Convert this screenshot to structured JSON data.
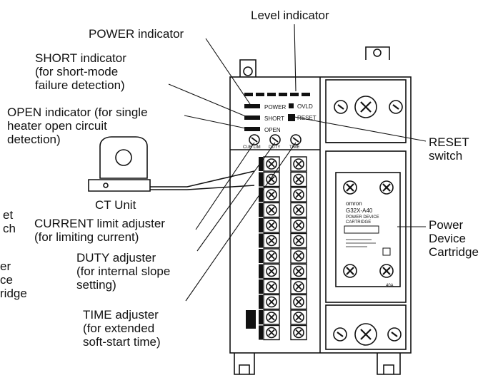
{
  "labels": {
    "level": "Level indicator",
    "power": "POWER indicator",
    "short": [
      "SHORT indicator",
      "(for short-mode",
      "failure detection)"
    ],
    "open": [
      "OPEN indicator (for single",
      "heater open circuit",
      "detection)"
    ],
    "reset": [
      "RESET",
      "switch"
    ],
    "ct_unit": "CT Unit",
    "current": [
      "CURRENT limit adjuster",
      "(for limiting current)"
    ],
    "duty": [
      "DUTY adjuster",
      "(for internal slope",
      "setting)"
    ],
    "time": [
      "TIME adjuster",
      "(for extended",
      "soft-start time)"
    ],
    "cartridge": [
      "Power",
      "Device",
      "Cartridge"
    ],
    "left_cut": [
      "et",
      "ch",
      "er",
      "ce",
      "ridge"
    ]
  },
  "panel": {
    "power": "POWER",
    "short": "SHORT",
    "open": "OPEN",
    "ovld": "OVLD",
    "reset": "RESET",
    "cur_lim": "CUR LIM",
    "duty": "DUTY",
    "time": "TIME"
  },
  "cartridge_label": {
    "brand": "omron",
    "model": "G32X-A40",
    "line1": "POWER DEVICE",
    "line2": "CARTRIDGE",
    "rating": "40A"
  }
}
